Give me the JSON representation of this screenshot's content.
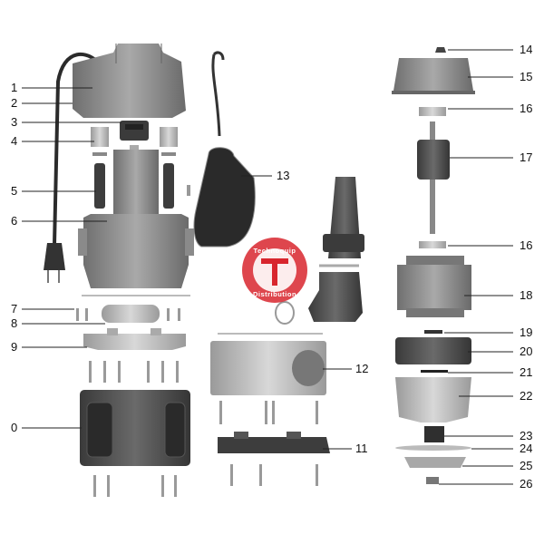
{
  "watermark": {
    "top_text": "Technoquip",
    "bottom_text": "Distribution",
    "color": "#d8262e"
  },
  "colors": {
    "part_dark": "#4a4a4a",
    "part_mid": "#7d7d7d",
    "part_light": "#bdbdbd",
    "part_pale": "#e6e6e6"
  },
  "callouts": [
    {
      "id": "c1",
      "label": "1"
    },
    {
      "id": "c2",
      "label": "2"
    },
    {
      "id": "c3",
      "label": "3"
    },
    {
      "id": "c4",
      "label": "4"
    },
    {
      "id": "c5",
      "label": "5"
    },
    {
      "id": "c6",
      "label": "6"
    },
    {
      "id": "c7",
      "label": "7"
    },
    {
      "id": "c8",
      "label": "8"
    },
    {
      "id": "c9",
      "label": "9"
    },
    {
      "id": "c0",
      "label": "0"
    },
    {
      "id": "c13",
      "label": "13"
    },
    {
      "id": "c12",
      "label": "12"
    },
    {
      "id": "c11",
      "label": "11"
    },
    {
      "id": "c14",
      "label": "14"
    },
    {
      "id": "c15",
      "label": "15"
    },
    {
      "id": "c16a",
      "label": "16"
    },
    {
      "id": "c17",
      "label": "17"
    },
    {
      "id": "c16b",
      "label": "16"
    },
    {
      "id": "c18",
      "label": "18"
    },
    {
      "id": "c19",
      "label": "19"
    },
    {
      "id": "c20",
      "label": "20"
    },
    {
      "id": "c21",
      "label": "21"
    },
    {
      "id": "c22",
      "label": "22"
    },
    {
      "id": "c23",
      "label": "23"
    },
    {
      "id": "c24",
      "label": "24"
    },
    {
      "id": "c25",
      "label": "25"
    },
    {
      "id": "c26",
      "label": "26"
    }
  ]
}
